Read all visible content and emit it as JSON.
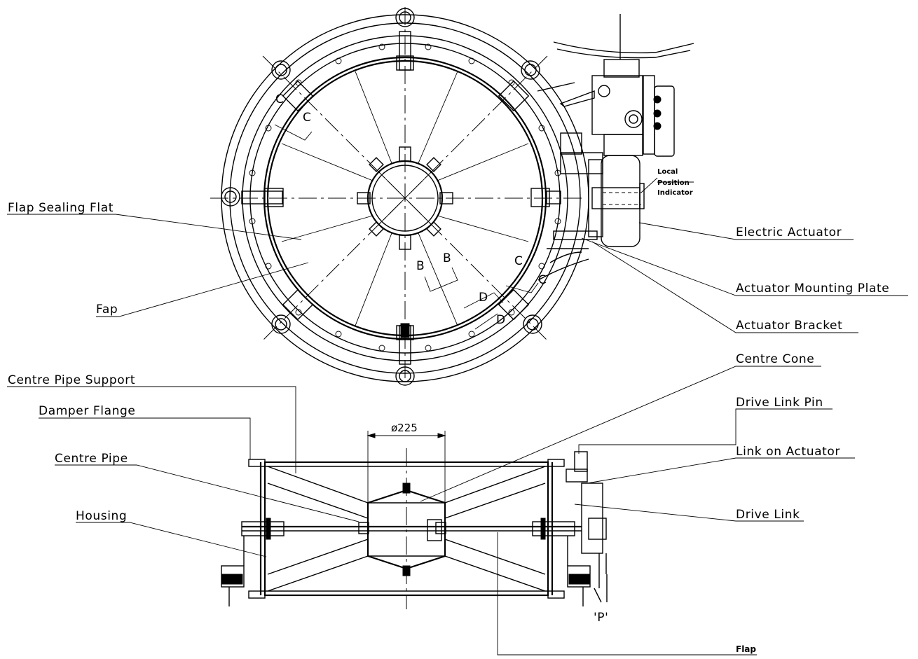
{
  "labels": {
    "flap_sealing_flat": "Flap Sealing Flat",
    "fap": "Fap",
    "electric_actuator": "Electric Actuator",
    "actuator_mounting_plate": "Actuator Mounting Plate",
    "actuator_bracket": "Actuator Bracket",
    "local": "Local",
    "position": "Position",
    "indicator": "Indicator",
    "centre_pipe_support": "Centre Pipe Support",
    "damper_flange": "Damper Flange",
    "centre_pipe": "Centre Pipe",
    "housing": "Housing",
    "centre_cone": "Centre Cone",
    "drive_link_pin": "Drive Link Pin",
    "link_on_actuator": "Link on Actuator",
    "drive_link": "Drive Link",
    "flap": "Flap",
    "p_marker": "'P'",
    "dimension": "ø225"
  },
  "section_marks": {
    "c": "C",
    "b": "B",
    "d": "D"
  }
}
